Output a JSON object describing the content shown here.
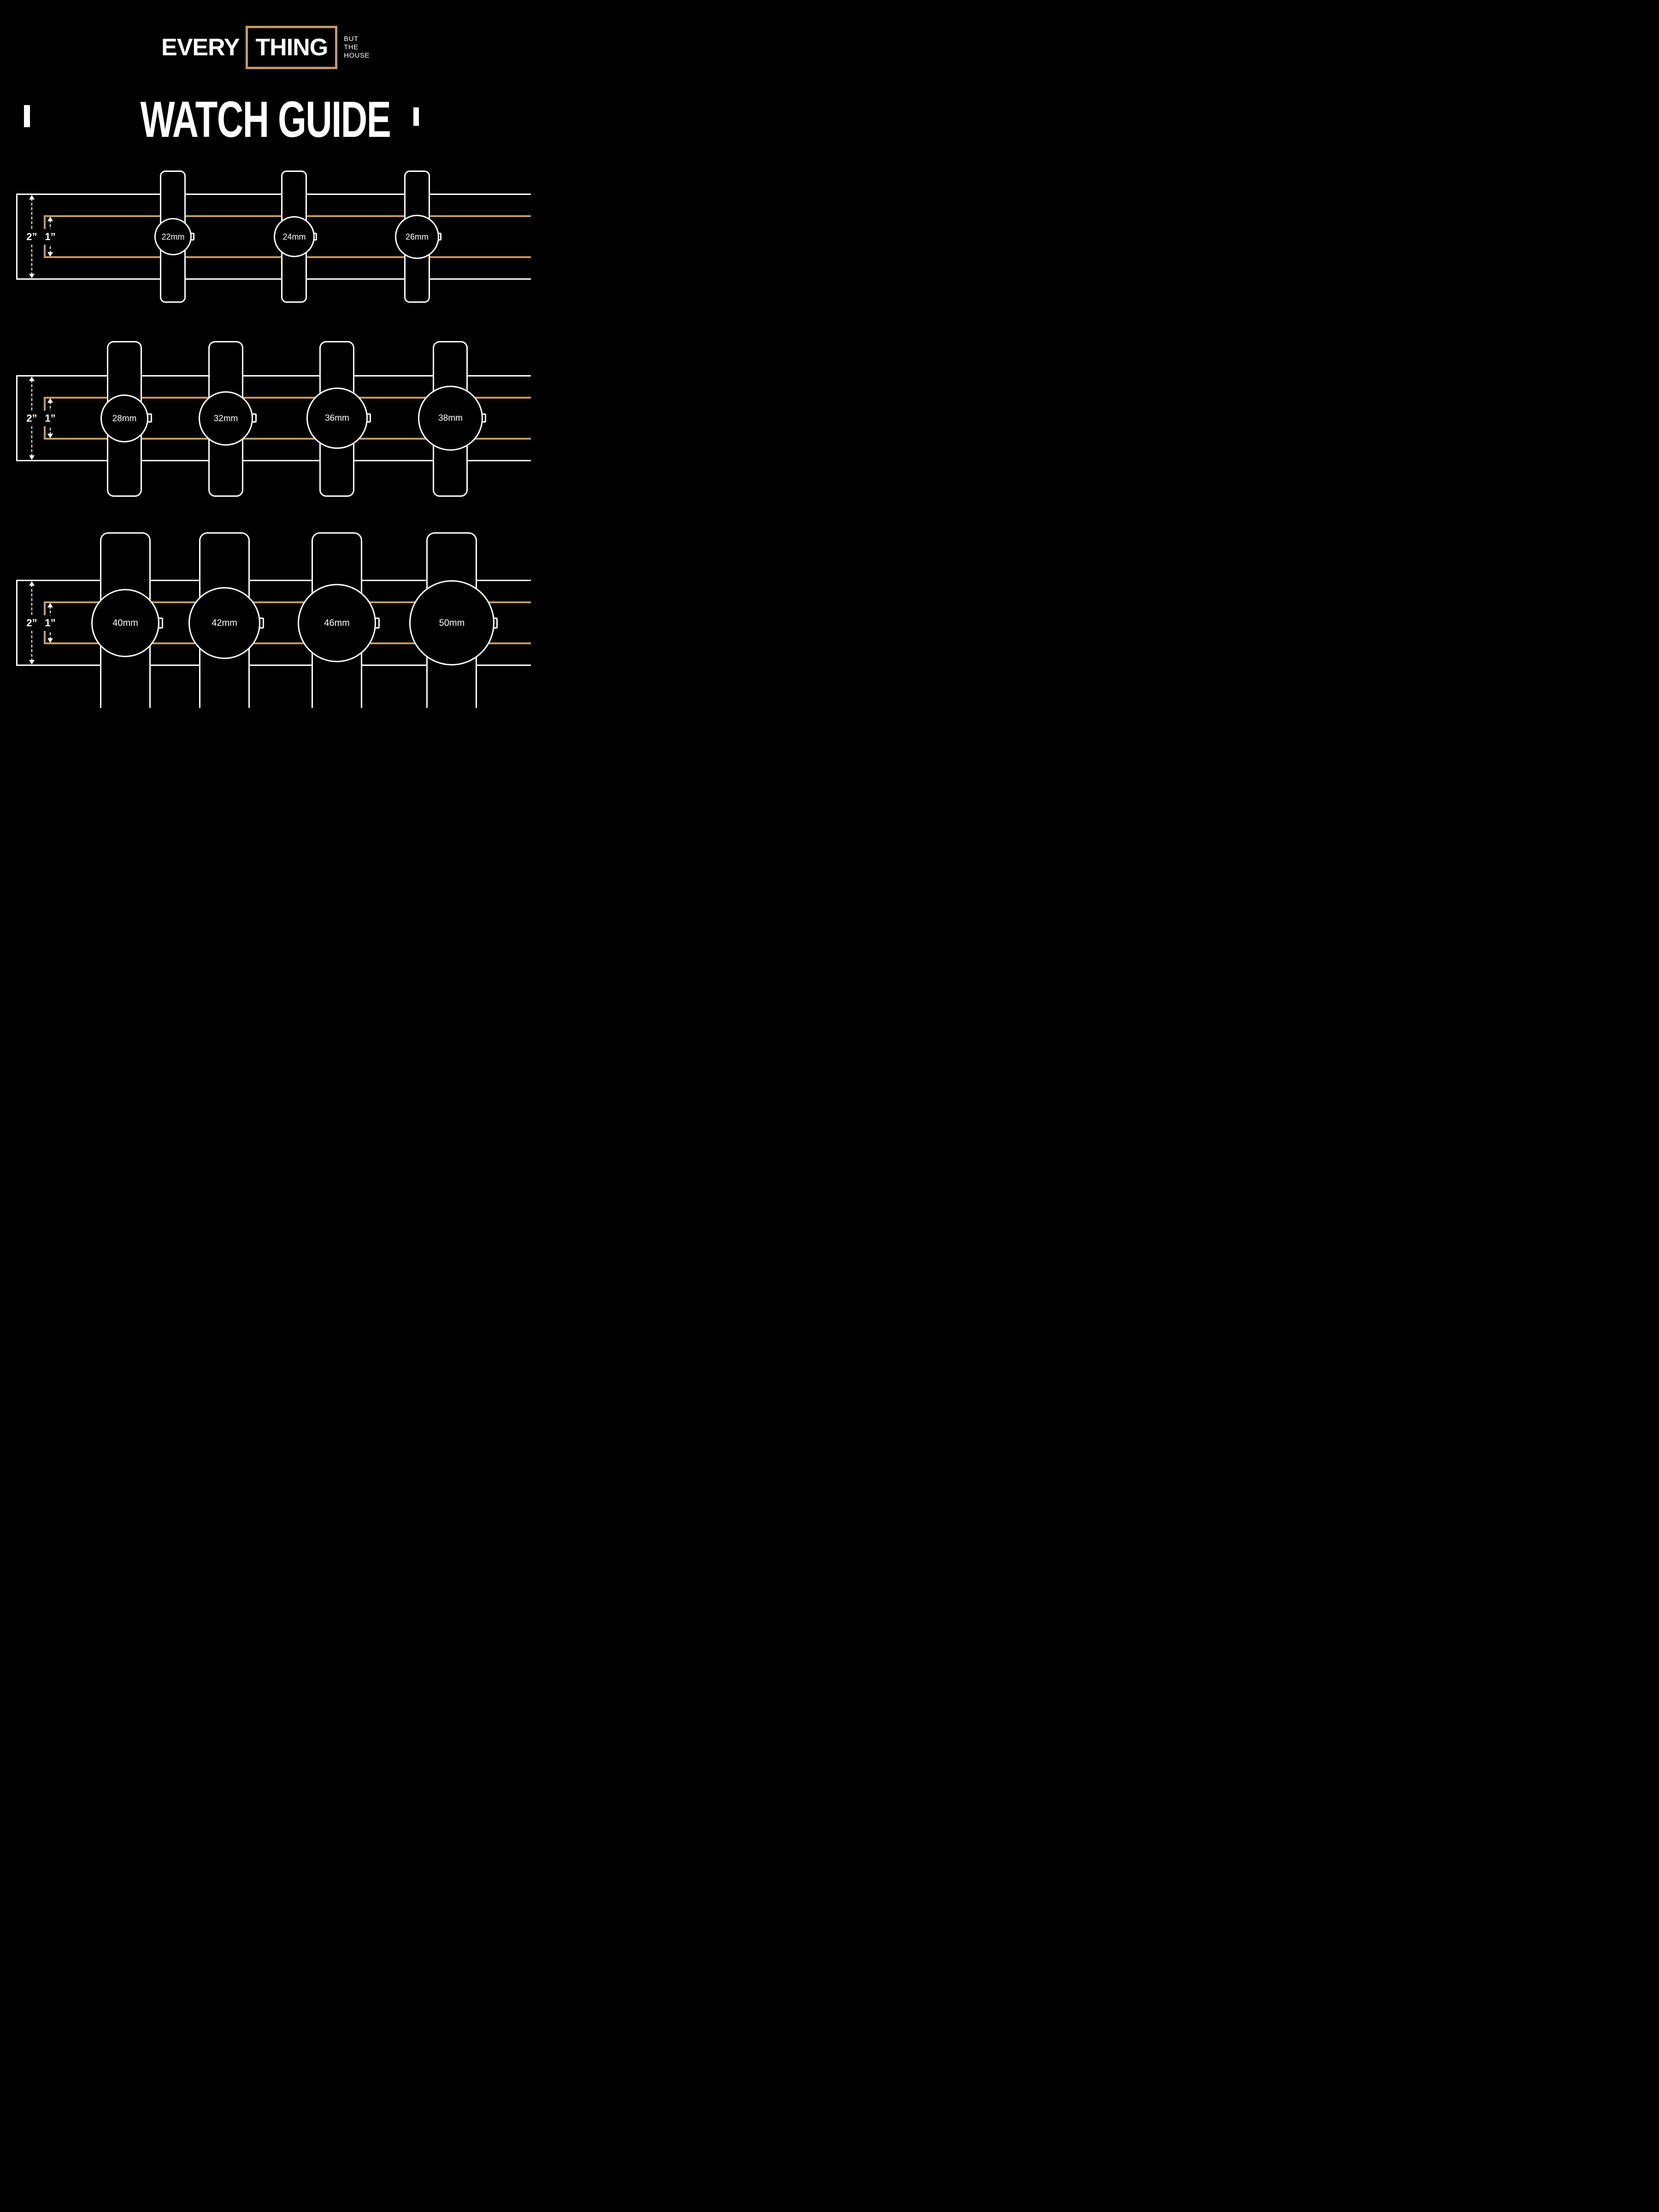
{
  "logo": {
    "word1": "EVERY",
    "word2": "THING",
    "tagline": [
      "BUT",
      "THE",
      "HOUSE"
    ]
  },
  "title": "WATCH GUIDE",
  "measures": {
    "outer": "2”",
    "inner": "1”"
  },
  "colors": {
    "background": "#000000",
    "line": "#ffffff",
    "accent": "#c49a63"
  },
  "rows": [
    {
      "watches": [
        {
          "size": "22mm"
        },
        {
          "size": "24mm"
        },
        {
          "size": "26mm"
        }
      ]
    },
    {
      "watches": [
        {
          "size": "28mm"
        },
        {
          "size": "32mm"
        },
        {
          "size": "36mm"
        },
        {
          "size": "38mm"
        }
      ]
    },
    {
      "watches": [
        {
          "size": "40mm"
        },
        {
          "size": "42mm"
        },
        {
          "size": "46mm"
        },
        {
          "size": "50mm"
        }
      ]
    }
  ]
}
